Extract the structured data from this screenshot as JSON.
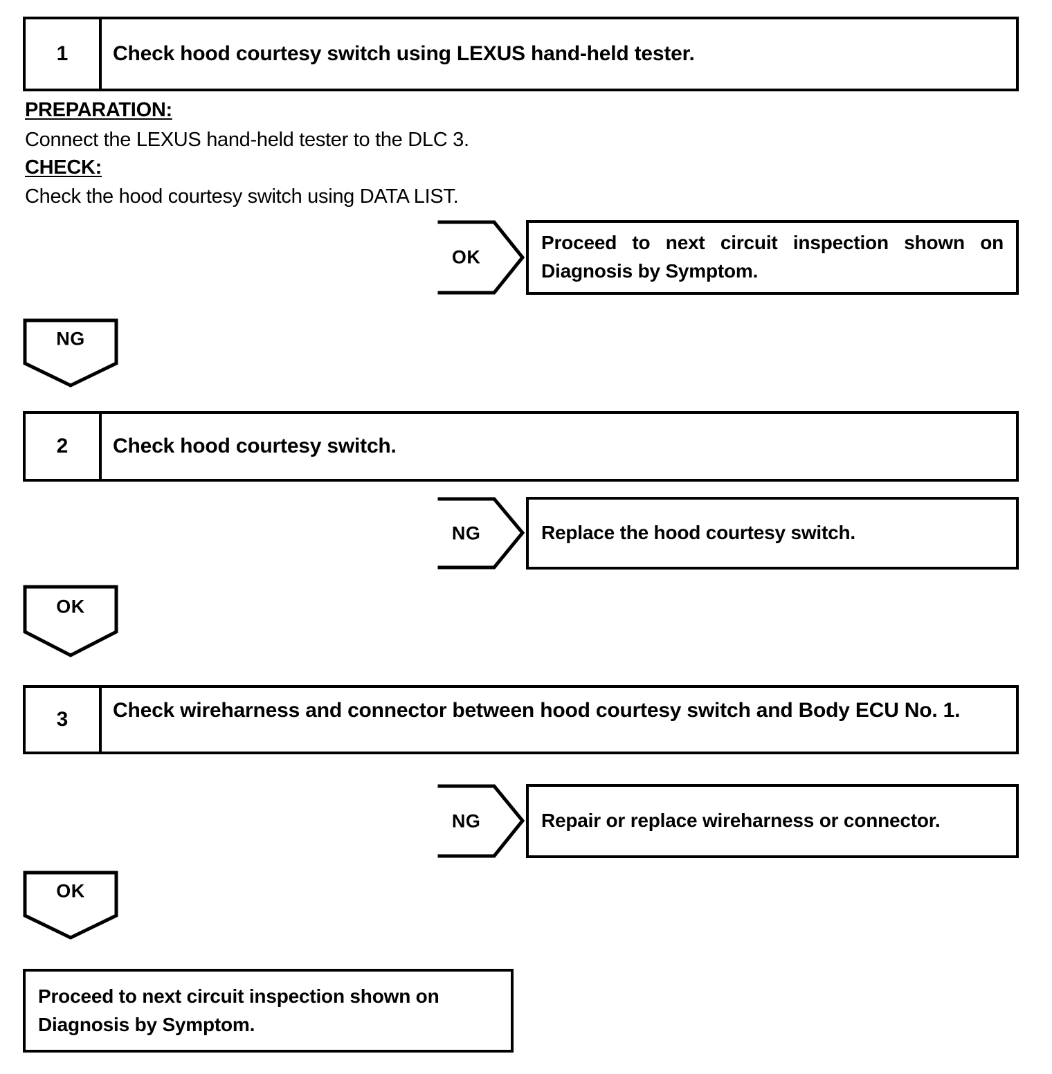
{
  "document": {
    "type": "diagnostic-flowchart",
    "title": "Hood courtesy switch circuit inspection"
  },
  "steps": [
    {
      "number": "1",
      "text": "Check hood courtesy switch using LEXUS hand-held tester."
    },
    {
      "number": "2",
      "text": "Check hood courtesy switch."
    },
    {
      "number": "3",
      "text": "Check wireharness and connector between hood courtesy switch and Body ECU No. 1."
    }
  ],
  "notes": {
    "preparation_label": "PREPARATION:",
    "preparation_text": "Connect the LEXUS hand-held tester to the DLC 3.",
    "check_label": "CHECK:",
    "check_text": "Check the hood courtesy switch using DATA LIST."
  },
  "branches": {
    "step1_ok": {
      "label": "OK",
      "direction": "right",
      "result_line1": "Proceed to next circuit inspection shown on",
      "result_line2": "Diagnosis by Symptom."
    },
    "step1_ng": {
      "label": "NG",
      "direction": "down"
    },
    "step2_ng": {
      "label": "NG",
      "direction": "right",
      "result_line1": "Replace the hood courtesy switch."
    },
    "step2_ok": {
      "label": "OK",
      "direction": "down"
    },
    "step3_ng": {
      "label": "NG",
      "direction": "right",
      "result_line1": "Repair or replace wireharness or connector."
    },
    "step3_ok": {
      "label": "OK",
      "direction": "down"
    }
  },
  "terminal": {
    "line1": "Proceed to next circuit inspection shown on",
    "line2": "Diagnosis by Symptom."
  },
  "colors": {
    "ink": "#000000",
    "paper": "#ffffff"
  }
}
